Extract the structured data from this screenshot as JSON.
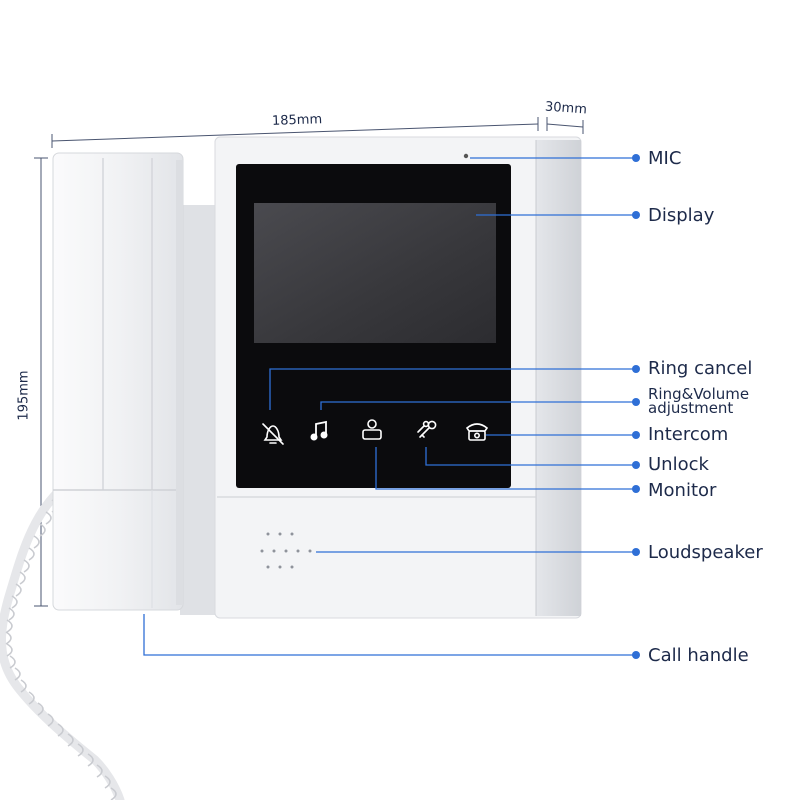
{
  "dimensions": {
    "width": "185mm",
    "depth": "30mm",
    "height": "195mm"
  },
  "labels": {
    "mic": "MIC",
    "display": "Display",
    "ring_cancel": "Ring cancel",
    "ring_volume_1": "Ring&Volume",
    "ring_volume_2": "adjustment",
    "intercom": "Intercom",
    "unlock": "Unlock",
    "monitor": "Monitor",
    "loudspeaker": "Loudspeaker",
    "call_handle": "Call handle"
  },
  "icons": [
    "bell-off-icon",
    "music-note-icon",
    "person-icon",
    "keys-icon",
    "phone-icon"
  ],
  "colors": {
    "leader_line": "#2f6fd6",
    "leader_dot": "#2f6fd6",
    "text": "#1d2a4a",
    "screen_bezel": "#0b0b0d",
    "screen": "#3a3a3e",
    "housing": "#f2f3f5"
  }
}
